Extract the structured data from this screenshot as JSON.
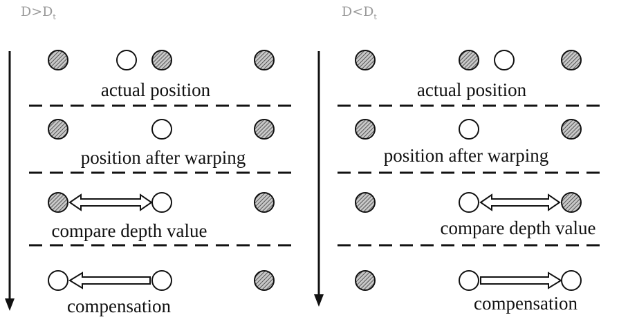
{
  "panels": [
    {
      "id": "left",
      "title_main": "D>D",
      "title_sub": "t",
      "rows": [
        {
          "label": "actual position"
        },
        {
          "label": "position after warping"
        },
        {
          "label": "compare depth value"
        },
        {
          "label": "compensation"
        }
      ]
    },
    {
      "id": "right",
      "title_main": "D<D",
      "title_sub": "t",
      "rows": [
        {
          "label": "actual position"
        },
        {
          "label": "position after warping"
        },
        {
          "label": "compare depth value"
        },
        {
          "label": "compensation"
        }
      ]
    }
  ],
  "colors": {
    "stroke": "#111111",
    "hatch": "#555555",
    "hatch_fill": "#c8c8c8",
    "title": "#9a9a9a"
  }
}
